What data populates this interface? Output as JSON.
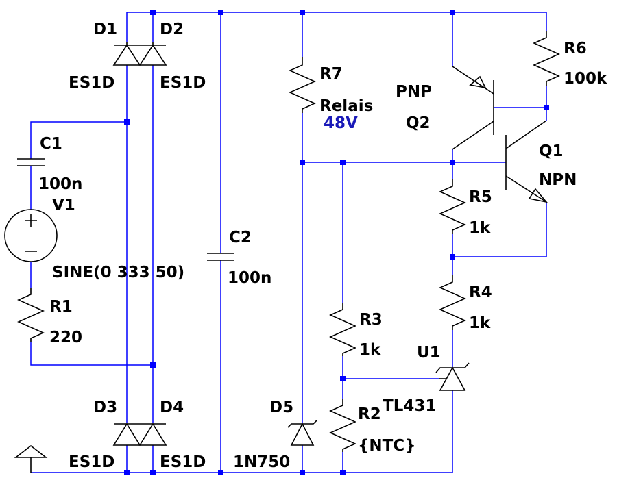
{
  "colors": {
    "background": "#ffffff",
    "wire": "#0000ff",
    "component": "#000000",
    "label": "#000000",
    "highlight_label": "#1a1ab8"
  },
  "components": {
    "D1": {
      "name": "D1",
      "value": "ES1D"
    },
    "D2": {
      "name": "D2",
      "value": "ES1D"
    },
    "D3": {
      "name": "D3",
      "value": "ES1D"
    },
    "D4": {
      "name": "D4",
      "value": "ES1D"
    },
    "D5": {
      "name": "D5",
      "value": "1N750"
    },
    "C1": {
      "name": "C1",
      "value": "100n"
    },
    "C2": {
      "name": "C2",
      "value": "100n"
    },
    "V1": {
      "name": "V1",
      "value": "SINE(0 333 50)"
    },
    "R1": {
      "name": "R1",
      "value": "220"
    },
    "R2": {
      "name": "R2",
      "value": "{NTC}"
    },
    "R3": {
      "name": "R3",
      "value": "1k"
    },
    "R4": {
      "name": "R4",
      "value": "1k"
    },
    "R5": {
      "name": "R5",
      "value": "1k"
    },
    "R6": {
      "name": "R6",
      "value": "100k"
    },
    "R7": {
      "name": "R7",
      "value": "Relais",
      "value2": "48V"
    },
    "Q1": {
      "name": "Q1",
      "value": "NPN"
    },
    "Q2": {
      "name": "Q2",
      "value": "PNP"
    },
    "U1": {
      "name": "U1",
      "value": "TL431"
    }
  }
}
